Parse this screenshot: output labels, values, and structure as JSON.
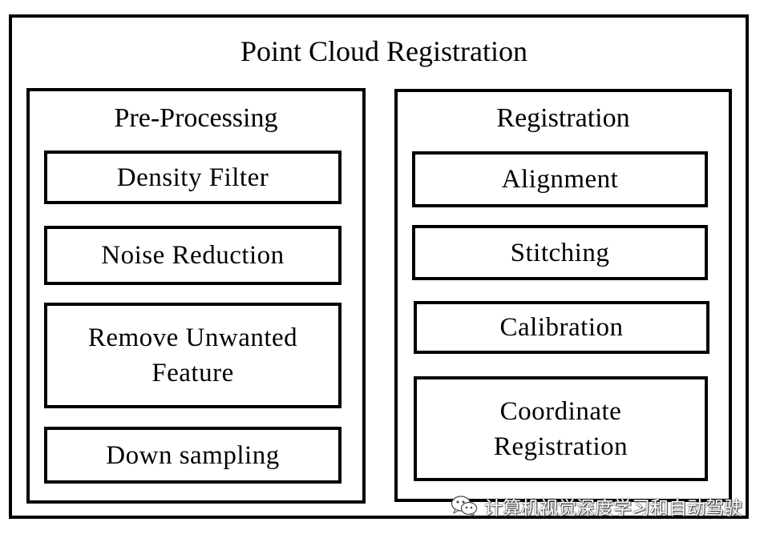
{
  "title": "Point Cloud Registration",
  "left_panel": {
    "title": "Pre-Processing",
    "items": [
      "Density Filter",
      "Noise Reduction",
      "Remove Unwanted\nFeature",
      "Down sampling"
    ]
  },
  "right_panel": {
    "title": "Registration",
    "items": [
      "Alignment",
      "Stitching",
      "Calibration",
      "Coordinate\nRegistration"
    ]
  },
  "watermark": {
    "icon": "wechat-icon",
    "text": "计算机视觉深度学习和自动驾驶"
  }
}
